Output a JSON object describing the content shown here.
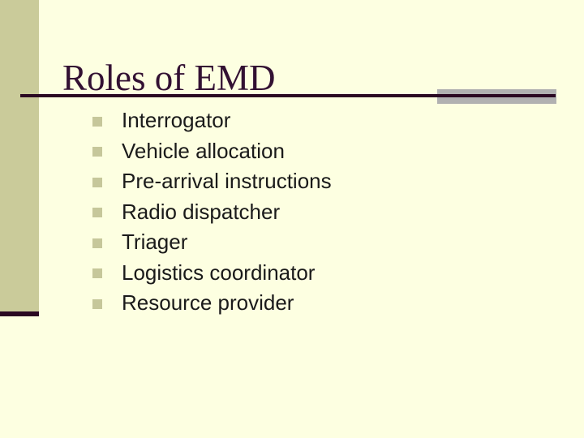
{
  "slide": {
    "title": "Roles of EMD",
    "bullets": [
      {
        "label": "Interrogator"
      },
      {
        "label": "Vehicle allocation"
      },
      {
        "label": "Pre-arrival instructions"
      },
      {
        "label": "Radio dispatcher"
      },
      {
        "label": "Triager"
      },
      {
        "label": "Logistics coordinator"
      },
      {
        "label": "Resource provider"
      }
    ],
    "icons": {
      "bullet": "square-bullet-icon"
    },
    "colors": {
      "background": "#FDFFE1",
      "left_band": "#CACB9A",
      "bullet_square": "#C6C79A",
      "accent_line": "#2B0922",
      "title_text": "#331133",
      "body_text": "#1A1A1A",
      "rule_gray_bar": "#B1B1B1"
    }
  }
}
